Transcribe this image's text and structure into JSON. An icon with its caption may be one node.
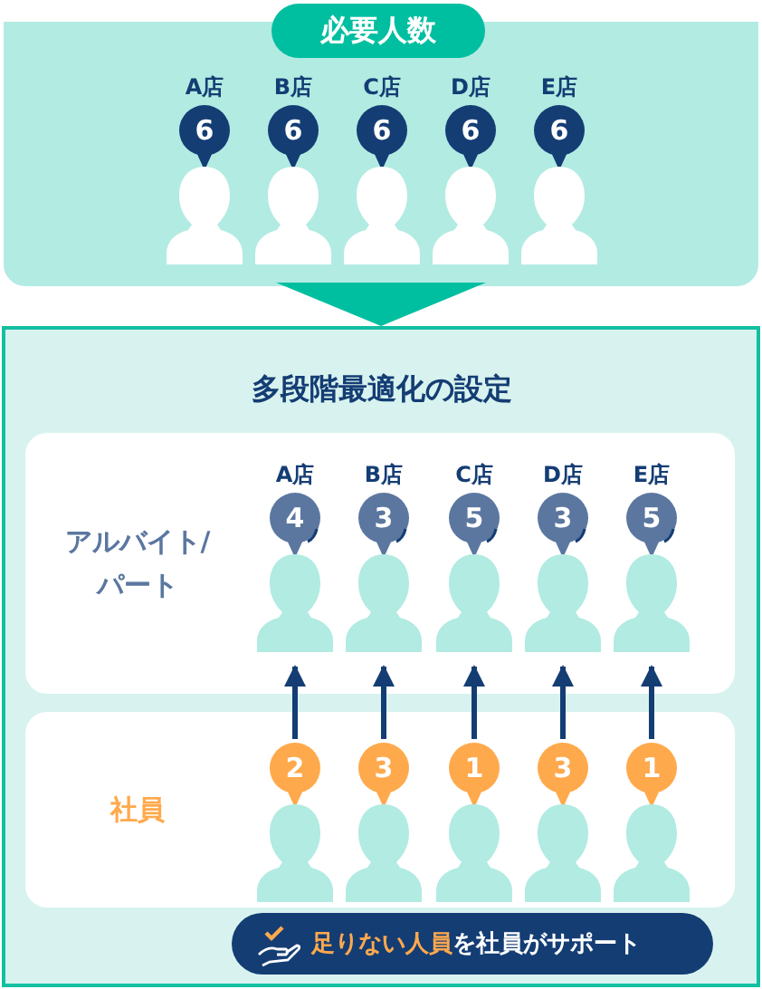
{
  "diagram": {
    "nodes": [
      {
        "text": [
          "必要人数"
        ]
      },
      {
        "text": [
          "A店",
          "6"
        ],
        "in": 0
      },
      {
        "text": [
          "B店",
          "6"
        ],
        "in": 0
      },
      {
        "text": [
          "C店",
          "6"
        ],
        "in": 0
      },
      {
        "text": [
          "D店",
          "6"
        ],
        "in": 0
      },
      {
        "text": [
          "E店",
          "6"
        ],
        "in": 0
      },
      {
        "text": [
          "多段階最適化の設定"
        ]
      },
      {
        "text": [
          "アルバイト/パート"
        ],
        "in": 6
      },
      {
        "text": [
          "A店",
          "4"
        ],
        "in": 7
      },
      {
        "text": [
          "B店",
          "3"
        ],
        "in": 7
      },
      {
        "text": [
          "C店",
          "5"
        ],
        "in": 7
      },
      {
        "text": [
          "D店",
          "3"
        ],
        "in": 7
      },
      {
        "text": [
          "E店",
          "5"
        ],
        "in": 7
      },
      {
        "text": [
          "社員"
        ],
        "in": 6
      },
      {
        "text": [
          "2"
        ],
        "in": 13
      },
      {
        "text": [
          "3"
        ],
        "in": 13
      },
      {
        "text": [
          "1"
        ],
        "in": 13
      },
      {
        "text": [
          "3"
        ],
        "in": 13
      },
      {
        "text": [
          "1"
        ],
        "in": 13
      },
      {
        "text": [
          "**足りない人員**を社員がサポート"
        ],
        "in": 6
      }
    ],
    "edges": [
      {
        "from": 0,
        "to": 6,
        "arrow": "to",
        "color": "#00bfa0"
      },
      {
        "from": 14,
        "to": 8,
        "arrow": "to"
      },
      {
        "from": 15,
        "to": 9,
        "arrow": "to"
      },
      {
        "from": 16,
        "to": 10,
        "arrow": "to"
      },
      {
        "from": 17,
        "to": 11,
        "arrow": "to"
      },
      {
        "from": 18,
        "to": 12,
        "arrow": "to"
      }
    ]
  }
}
